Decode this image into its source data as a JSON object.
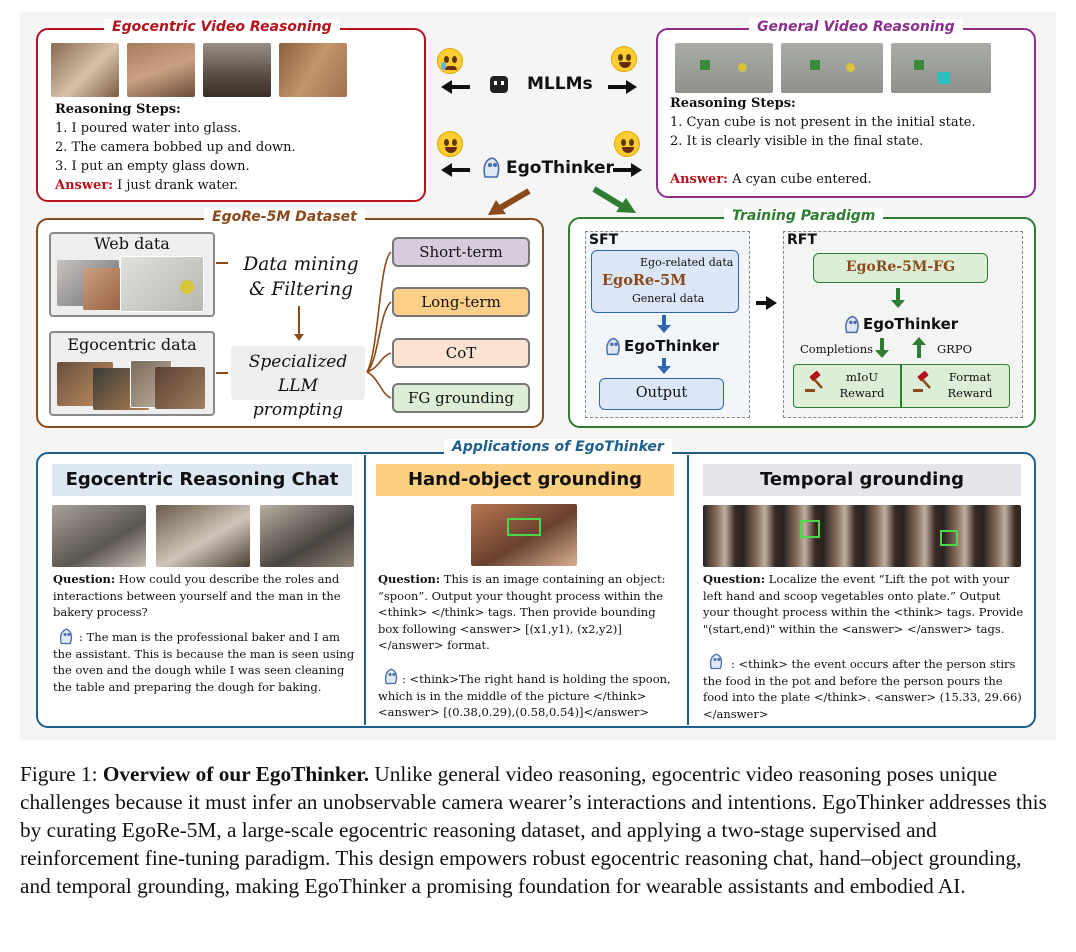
{
  "ego_reasoning": {
    "title": "Egocentric Video Reasoning",
    "steps_heading": "Reasoning Steps:",
    "steps": [
      "1. I poured water into glass.",
      "2. The camera bobbed up and down.",
      "3. I put an empty glass down."
    ],
    "answer_key": "Answer:",
    "answer": " I just drank water."
  },
  "general_reasoning": {
    "title": "General Video Reasoning",
    "steps_heading": "Reasoning Steps:",
    "steps": [
      "1. Cyan cube is not present in the initial state.",
      "2. It is clearly visible in the final state."
    ],
    "answer_key": "Answer:",
    "answer": " A cyan cube entered."
  },
  "center": {
    "mllms": "MLLMs",
    "egothinker": "EgoThinker"
  },
  "dataset": {
    "title": "EgoRe-5M Dataset",
    "web": "Web data",
    "ego": "Egocentric data",
    "mining": [
      "Data mining",
      "& Filtering"
    ],
    "prompting": [
      "Specialized",
      "LLM prompting"
    ],
    "outputs": [
      "Short-term",
      "Long-term",
      "CoT",
      "FG grounding"
    ]
  },
  "training": {
    "title": "Training Paradigm",
    "sft": "SFT",
    "rft": "RFT",
    "ego_related": "Ego-related data",
    "egore": "EgoRe-5M",
    "general": "General data",
    "egothinker": "EgoThinker",
    "output": "Output",
    "egore_fg": "EgoRe-5M-FG",
    "completions": "Completions",
    "grpo": "GRPO",
    "miou": [
      "mIoU",
      "Reward"
    ],
    "format": [
      "Format",
      "Reward"
    ]
  },
  "apps": {
    "title": "Applications of EgoThinker",
    "col1": {
      "title": "Egocentric Reasoning Chat",
      "q_key": "Question:",
      "q": "  How could you describe the roles and interactions between yourself and the man in the bakery process?",
      "a": ": The man is the professional baker and I am the assistant. This is because the man is seen using the oven and the dough while I was seen cleaning the table and preparing the dough for baking."
    },
    "col2": {
      "title": "Hand-object grounding",
      "q_key": "Question:",
      "q": "  This is an image containing an object: “spoon”. Output your thought process within the <think> </think> tags.  Then provide bounding box following <answer> [(x1,y1), (x2,y2)] </answer> format.",
      "a": ": <think>The right hand is holding the spoon, which is in the middle of the picture </think> <answer> [(0.38,0.29),(0.58,0.54)]</answer>"
    },
    "col3": {
      "title": "Temporal grounding",
      "q_key": "Question:",
      "q": "  Localize the event “Lift the pot with your left hand and scoop vegetables onto plate.” Output your thought process within the <think> tags. Provide \"(start,end)\" within the <answer> </answer> tags.",
      "a": ": <think> the event occurs after the person stirs the food in the pot and before the person pours the food into the plate </think>. <answer> (15.33, 29.66) </answer>"
    }
  },
  "caption": {
    "label": "Figure 1: ",
    "bold": "Overview of our EgoThinker.",
    "text": " Unlike general video reasoning, egocentric video reasoning poses unique challenges because it must infer an unobservable camera wearer’s interactions and intentions. EgoThinker addresses this by curating EgoRe-5M, a large-scale egocentric reasoning dataset, and applying a two-stage supervised and reinforcement fine-tuning paradigm. This design empowers robust egocentric reasoning chat, hand–object grounding, and temporal grounding, making EgoThinker a promising foundation for wearable assistants and embodied AI."
  },
  "colors": {
    "red": "#b5121b",
    "purple": "#8b2f8f",
    "brown": "#8a4a1c",
    "green": "#2e7d32",
    "blue": "#1f5f8b"
  },
  "icons": [
    "sad-emoji-icon",
    "happy-emoji-icon",
    "robot-icon",
    "owl-logo-icon",
    "gavel-icon"
  ]
}
